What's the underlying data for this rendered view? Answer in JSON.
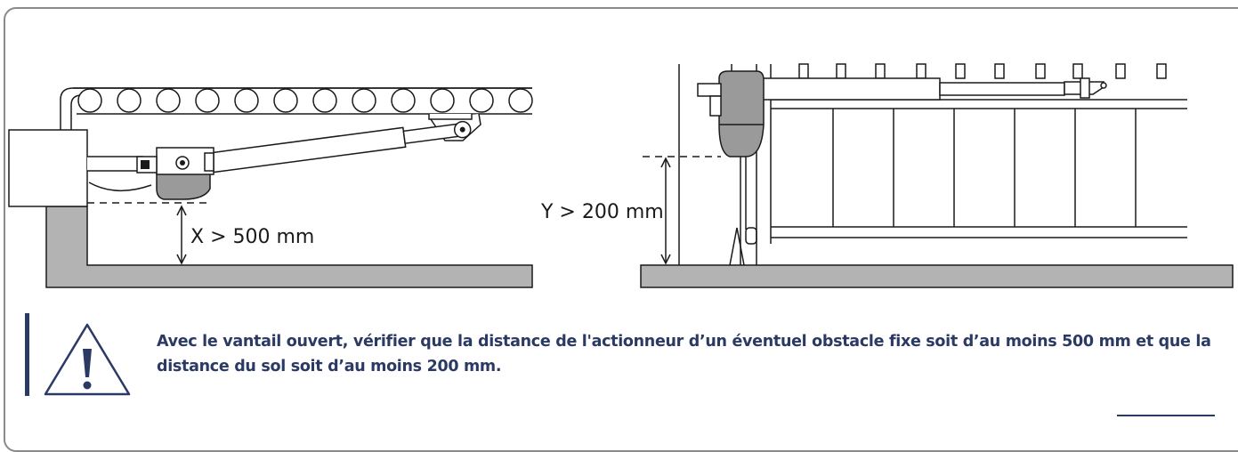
{
  "figures": {
    "left": {
      "dimension_label": "X > 500 mm"
    },
    "right": {
      "dimension_label": "Y > 200 mm"
    }
  },
  "warning": {
    "icon": "warning-triangle-icon",
    "text": "Avec le vantail ouvert, vérifier que la distance de l'actionneur d’un éventuel obstacle fixe soit d’au moins 500 mm et que la distance du sol soit d’au moins 200 mm."
  },
  "colors": {
    "accent": "#2b3a64",
    "ground": "#b3b3b3",
    "motor": "#9a9a9a"
  }
}
